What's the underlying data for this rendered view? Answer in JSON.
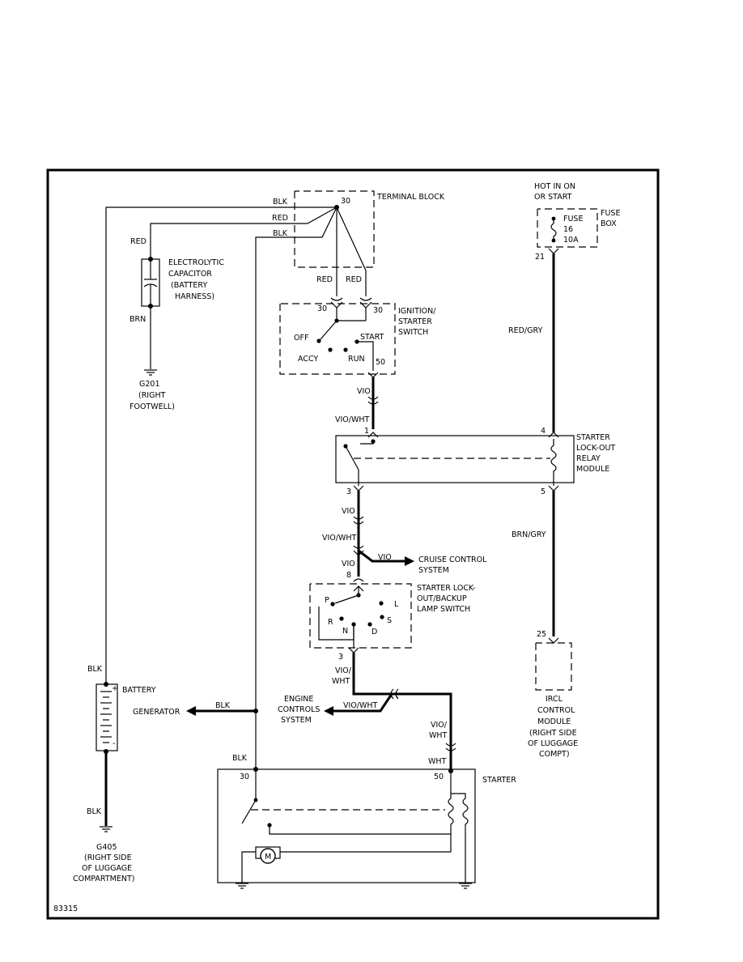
{
  "figure_id": "83315",
  "labels": {
    "terminal_block": "TERMINAL BLOCK",
    "hot_in_on": "HOT IN ON",
    "or_start": "OR START",
    "fuse": "FUSE",
    "fuse_num": "16",
    "fuse_amp": "10A",
    "fuse_box_1": "FUSE",
    "fuse_box_2": "BOX",
    "electrolytic_1": "ELECTROLYTIC",
    "electrolytic_2": "CAPACITOR",
    "electrolytic_3": "(BATTERY",
    "electrolytic_4": "HARNESS)",
    "ign_1": "IGNITION/",
    "ign_2": "STARTER",
    "ign_3": "SWITCH",
    "off": "OFF",
    "start": "START",
    "accy": "ACCY",
    "run": "RUN",
    "g201_1": "G201",
    "g201_2": "(RIGHT",
    "g201_3": "FOOTWELL)",
    "relay_1": "STARTER",
    "relay_2": "LOCK-OUT",
    "relay_3": "RELAY",
    "relay_4": "MODULE",
    "cruise_1": "CRUISE CONTROL",
    "cruise_2": "SYSTEM",
    "lockout_1": "STARTER LOCK-",
    "lockout_2": "OUT/BACKUP",
    "lockout_3": "LAMP SWITCH",
    "gear_p": "P",
    "gear_r": "R",
    "gear_n": "N",
    "gear_d": "D",
    "gear_s": "S",
    "gear_l": "L",
    "battery": "BATTERY",
    "generator": "GENERATOR",
    "engine_1": "ENGINE",
    "engine_2": "CONTROLS",
    "engine_3": "SYSTEM",
    "ircl_1": "IRCL",
    "ircl_2": "CONTROL",
    "ircl_3": "MODULE",
    "ircl_4": "(RIGHT SIDE",
    "ircl_5": "OF LUGGAGE",
    "ircl_6": "COMPT)",
    "starter": "STARTER",
    "g405_1": "G405",
    "g405_2": "(RIGHT SIDE",
    "g405_3": "OF LUGGAGE",
    "g405_4": "COMPARTMENT)",
    "motor": "M",
    "plus": "+",
    "minus": "-"
  },
  "wires": {
    "blk": "BLK",
    "red": "RED",
    "brn": "BRN",
    "vio": "VIO",
    "vio_wht": "VIO/WHT",
    "vio_wht_split_1": "VIO/",
    "vio_wht_split_2": "WHT",
    "wht": "WHT",
    "red_gry": "RED/GRY",
    "brn_gry": "BRN/GRY"
  },
  "terminals": {
    "t30": "30",
    "t50": "50",
    "t21": "21",
    "t1": "1",
    "t3": "3",
    "t4": "4",
    "t5": "5",
    "t8": "8",
    "t25": "25"
  }
}
